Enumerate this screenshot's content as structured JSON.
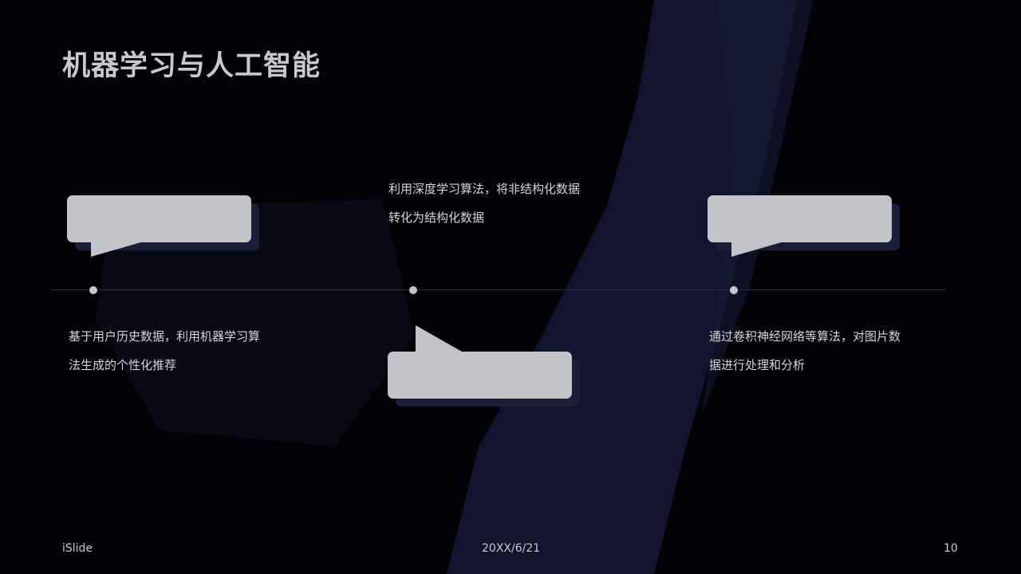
{
  "title": "机器学习与人工智能",
  "items": [
    {
      "text_line1": "基于用户历史数据，利用机器学习算",
      "text_line2": "法生成的个性化推荐"
    },
    {
      "text_line1": "利用深度学习算法，将非结构化数据",
      "text_line2": "转化为结构化数据"
    },
    {
      "text_line1": "通过卷积神经网络等算法，对图片数",
      "text_line2": "据进行处理和分析"
    }
  ],
  "footer": {
    "brand": "iSlide",
    "date": "20XX/6/21",
    "page": "10"
  },
  "colors": {
    "background": "#020207",
    "bubble": "#c3c4c9",
    "shadow": "#1a1e38"
  }
}
